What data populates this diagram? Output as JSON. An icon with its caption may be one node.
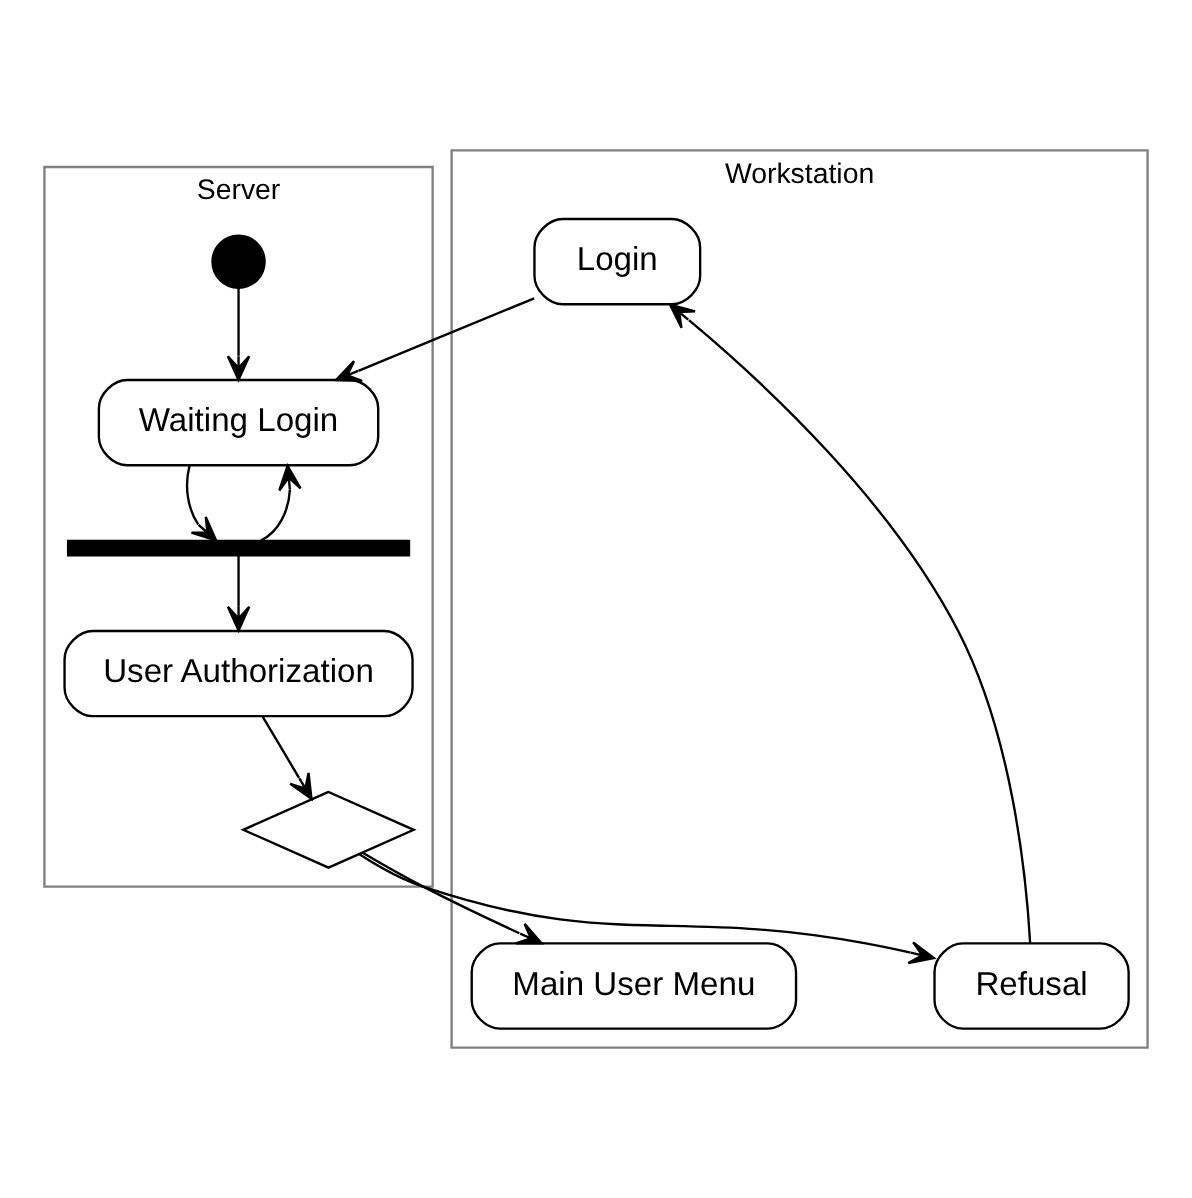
{
  "diagram": {
    "nodes": [
      {
        "text": [
          "Server"
        ]
      },
      {
        "text": [
          "Workstation"
        ]
      },
      {
        "text": [],
        "shape": "circle",
        "in": 0
      },
      {
        "text": [
          "Waiting Login"
        ],
        "in": 0
      },
      {
        "text": [],
        "shape": "bar",
        "in": 0
      },
      {
        "text": [
          "User Authorization"
        ],
        "in": 0
      },
      {
        "text": [],
        "shape": "diamond",
        "in": 0
      },
      {
        "text": [
          "Login"
        ],
        "in": 1
      },
      {
        "text": [
          "Refusal"
        ],
        "in": 1
      },
      {
        "text": [
          "Main User Menu"
        ],
        "in": 1
      }
    ],
    "edges": [
      {
        "from": 2,
        "to": 3,
        "arrow": "to"
      },
      {
        "from": 7,
        "to": 3,
        "arrow": "to"
      },
      {
        "from": 3,
        "to": 4,
        "arrow": "to"
      },
      {
        "from": 4,
        "to": 3,
        "arrow": "to"
      },
      {
        "from": 4,
        "to": 5,
        "arrow": "to"
      },
      {
        "from": 5,
        "to": 6,
        "arrow": "to"
      },
      {
        "from": 6,
        "to": 8,
        "arrow": "to"
      },
      {
        "from": 6,
        "to": 9,
        "arrow": "to"
      },
      {
        "from": 8,
        "to": 7,
        "arrow": "to"
      }
    ]
  }
}
